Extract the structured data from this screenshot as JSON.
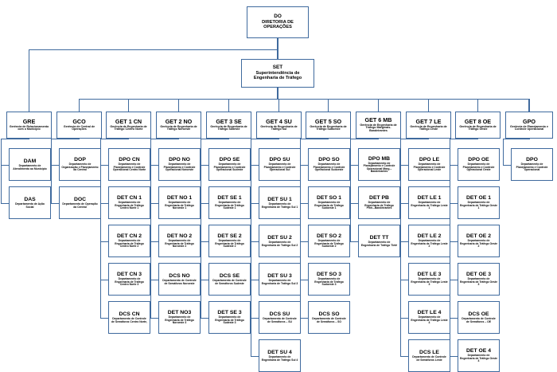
{
  "meta": {
    "title": "Organograma - Diretoria de Operações",
    "accent_color": "#3f6a9e",
    "background_color": "#ffffff",
    "text_color": "#000000"
  },
  "root": {
    "code": "DO",
    "desc": "DIRETORIA DE OPERAÇÕES"
  },
  "second": {
    "code": "SET",
    "desc": "Superintendência de Engenharia de Tráfego"
  },
  "columns": [
    {
      "head": {
        "code": "GRE",
        "desc": "Gerência de Relacionamento com o Município"
      },
      "children": [
        {
          "code": "DAM",
          "desc": "Departamento de Atendimento ao Município"
        },
        {
          "code": "DAS",
          "desc": "Departamento de Ação Social"
        }
      ]
    },
    {
      "head": {
        "code": "GCO",
        "desc": "Gerência de Central de Operações"
      },
      "children": [
        {
          "code": "DOP",
          "desc": "Departamento de Organização e Planejamento da Central"
        },
        {
          "code": "DOC",
          "desc": "Departamento de Operação da Central"
        }
      ]
    },
    {
      "head": {
        "code": "GET 1 CN",
        "desc": "Gerência de Engenharia de Tráfego Centro Norte"
      },
      "children": [
        {
          "code": "DPO CN",
          "desc": "Departamento de Planejamento e Controle Operacional Centro Norte"
        },
        {
          "code": "DET CN 1",
          "desc": "Departamento de Engenharia de Tráfego Centro Norte 1"
        },
        {
          "code": "DET CN 2",
          "desc": "Departamento de Engenharia de Tráfego Centro Norte 2"
        },
        {
          "code": "DET CN 3",
          "desc": "Departamento de Engenharia de Tráfego Centro Norte 3"
        },
        {
          "code": "DCS CN",
          "desc": "Departamento de Controle de Semáforos Centro Norte,"
        }
      ]
    },
    {
      "head": {
        "code": "GET 2 NO",
        "desc": "Gerência de Engenharia de Tráfego Noroeste"
      },
      "children": [
        {
          "code": "DPO NO",
          "desc": "Departamento de Planejamento e Controle Operacional Noroeste"
        },
        {
          "code": "DET NO 1",
          "desc": "Departamento de Engenharia de Tráfego Noroeste 1"
        },
        {
          "code": "DET NO 2",
          "desc": "Departamento de Engenharia de Tráfego Noroeste 2"
        },
        {
          "code": "DCS NO",
          "desc": "Departamento de Controle de Semáforos Noroeste"
        },
        {
          "code": "DET NO3",
          "desc": "Departamento de Engenharia de Tráfego Noroeste 3"
        }
      ]
    },
    {
      "head": {
        "code": "GET 3 SE",
        "desc": "Gerência de Engenharia de Tráfego Sudeste"
      },
      "children": [
        {
          "code": "DPO SE",
          "desc": "Departamento de Planejamento e Controle Operacional Sudeste"
        },
        {
          "code": "DET SE 1",
          "desc": "Departamento de Engenharia de Tráfego Sudeste 1"
        },
        {
          "code": "DET  SE 2",
          "desc": "Departamento de Engenharia de Tráfego Sudeste 2"
        },
        {
          "code": "DCS SE",
          "desc": "Departamento de Controle de Semáforos Sudeste"
        },
        {
          "code": "DET SE 3",
          "desc": "Departamento de Engenharia de Tráfego Sudeste 3"
        }
      ]
    },
    {
      "head": {
        "code": "GET 4 SU",
        "desc": "Gerência de Engenharia de Tráfego Sul"
      },
      "children": [
        {
          "code": "DPO SU",
          "desc": "Departamento de Planejamento e Controle Operacional Sul"
        },
        {
          "code": "DET SU 1",
          "desc": "Departamento de Engenharia de Tráfego Sul 1"
        },
        {
          "code": "DET SU 2",
          "desc": "Departamento de Engenharia de Tráfego Sul 2"
        },
        {
          "code": "DET SU 3",
          "desc": "Departamento de Engenharia de Tráfego Sul 3"
        },
        {
          "code": "DCS SU",
          "desc": "Departamento de Controle de Semáforos – SU"
        },
        {
          "code": "DET SU 4",
          "desc": "Departamento de Engenharia de Tráfego Sul 4"
        }
      ]
    },
    {
      "head": {
        "code": "GET 5 SO",
        "desc": "Gerência de Engenharia de Tráfego Sudoeste"
      },
      "children": [
        {
          "code": "DPO SO",
          "desc": "Departamento de Planejamento e Controle Operacional Sudoeste"
        },
        {
          "code": "DET SO 1",
          "desc": "Departamento de Engenharia de Tráfego Sudoeste 1"
        },
        {
          "code": "DET SO 2",
          "desc": "Departamento de Engenharia de Tráfego Sudoeste 2"
        },
        {
          "code": "DET SO 3",
          "desc": "Departamento de Engenharia de Tráfego Sudoeste 3"
        },
        {
          "code": "DCS SO",
          "desc": "Departamento de Controle de Semáforos – SO"
        }
      ]
    },
    {
      "head": {
        "code": "GET 6 MB",
        "desc": "Gerência de Engenharia de Tráfego Marginais-Bandeirantes"
      },
      "children": [
        {
          "code": "DPO MB",
          "desc": "Departamento de Planejamento e Controle Operacional Marg.–Bandeirantes"
        },
        {
          "code": "DET PB",
          "desc": "Departamento de Engenharia de Tráfego Pinh.–Bandeirantes"
        },
        {
          "code": "DET TT",
          "desc": "Departamento de Engenharia de Tráfego Tietê"
        }
      ]
    },
    {
      "head": {
        "code": "GET 7 LE",
        "desc": "Gerência de Engenharia de Tráfego Leste"
      },
      "children": [
        {
          "code": "DPO LE",
          "desc": "Departamento de Planejamento e Controle Operacional Leste"
        },
        {
          "code": "DET LE 1",
          "desc": "Departamento de Engenharia de Tráfego Leste 1"
        },
        {
          "code": "DET LE 2",
          "desc": "Departamento de Engenharia de Tráfego Leste 2"
        },
        {
          "code": "DET LE 3",
          "desc": "Departamento de Engenharia de Tráfego Leste 3"
        },
        {
          "code": "DET LE 4",
          "desc": "Departamento de Engenharia de Tráfego Leste 4"
        },
        {
          "code": "DCS LE",
          "desc": "Departamento de Controle de Semáforos Leste"
        }
      ]
    },
    {
      "head": {
        "code": "GET 8 OE",
        "desc": "Gerência de Engenharia de Tráfego Oeste"
      },
      "children": [
        {
          "code": "DPO OE",
          "desc": "Departamento de Planejamento e Controle Operacional Oeste"
        },
        {
          "code": "DET OE 1",
          "desc": "Departamento de Engenharia de Tráfego Oeste 1"
        },
        {
          "code": "DET OE 2",
          "desc": "Departamento de Engenharia de Tráfego Oeste 2"
        },
        {
          "code": "DET OE 3",
          "desc": "Departamento de Engenharia de Tráfego Oeste 3"
        },
        {
          "code": "DCS OE",
          "desc": "Departamento de Controle de Semáforos – OE"
        },
        {
          "code": "DET OE 4",
          "desc": "Departamento de Engenharia de Tráfego Oeste 4"
        }
      ]
    },
    {
      "head": {
        "code": "GPO",
        "desc": "Gerência de Planejamento e Controle  Operacional"
      },
      "children": [
        {
          "code": "DPO",
          "desc": "Departamento de Planejamento e Controle Operacional"
        }
      ]
    }
  ]
}
